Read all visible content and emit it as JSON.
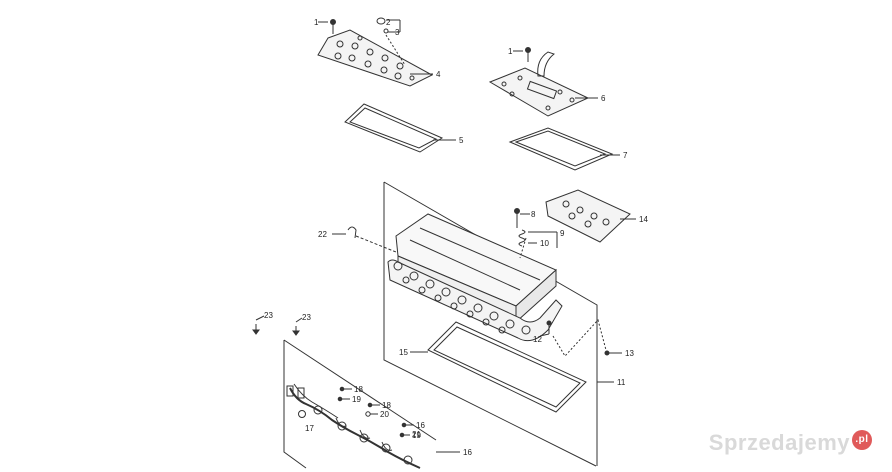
{
  "callouts": {
    "c1a": "1",
    "c2": "2",
    "c3": "3",
    "c4": "4",
    "c5": "5",
    "c1b": "1",
    "c6": "6",
    "c7": "7",
    "c8": "8",
    "c9": "9",
    "c10": "10",
    "c11": "11",
    "c12": "12",
    "c13": "13",
    "c14": "14",
    "c15": "15",
    "c16": "16",
    "c16b": "16",
    "c17": "17",
    "c18a": "18",
    "c18b": "18",
    "c19a": "19",
    "c19b": "19",
    "c20": "20",
    "c21": "21",
    "c22": "22",
    "c23a": "23",
    "c23b": "23"
  },
  "watermark": {
    "text": "Sprzedajemy",
    "badge": ".pl"
  },
  "colors": {
    "line": "#333333",
    "detail": "#555555",
    "fill": "#f4f4f4"
  }
}
